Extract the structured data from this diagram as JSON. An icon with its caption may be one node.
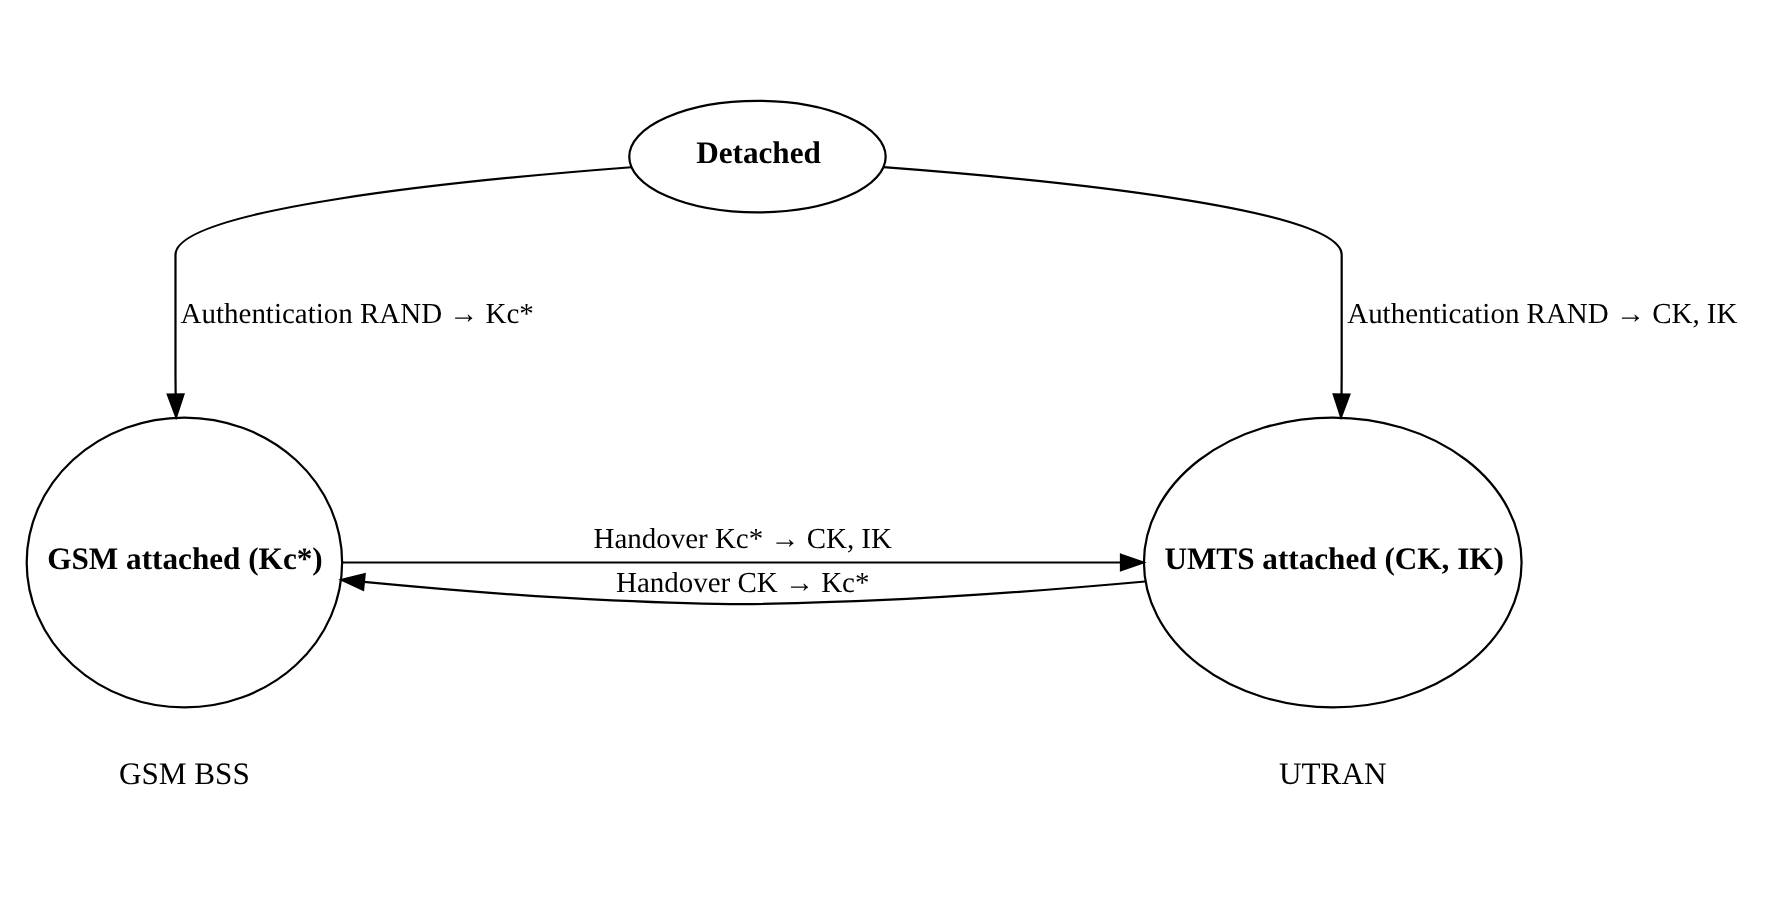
{
  "diagram": {
    "nodes": [
      {
        "text": [
          "Detached"
        ]
      },
      {
        "text": [
          "GSM attached (Kc*)"
        ],
        "beside": [
          "GSM BSS"
        ]
      },
      {
        "text": [
          "UMTS attached (CK, IK)"
        ],
        "beside": [
          "UTRAN"
        ]
      }
    ],
    "edges": [
      {
        "from": 0,
        "to": 1,
        "arrow": "to",
        "label": "Authentication RAND → Kc*"
      },
      {
        "from": 0,
        "to": 2,
        "arrow": "to",
        "label": "Authentication RAND → CK, IK"
      },
      {
        "from": 2,
        "to": 1,
        "arrow": "to",
        "label": "Handover CK → Kc*"
      },
      {
        "from": 1,
        "to": 2,
        "arrow": "to",
        "label": "Handover Kc* → CK, IK"
      }
    ]
  }
}
